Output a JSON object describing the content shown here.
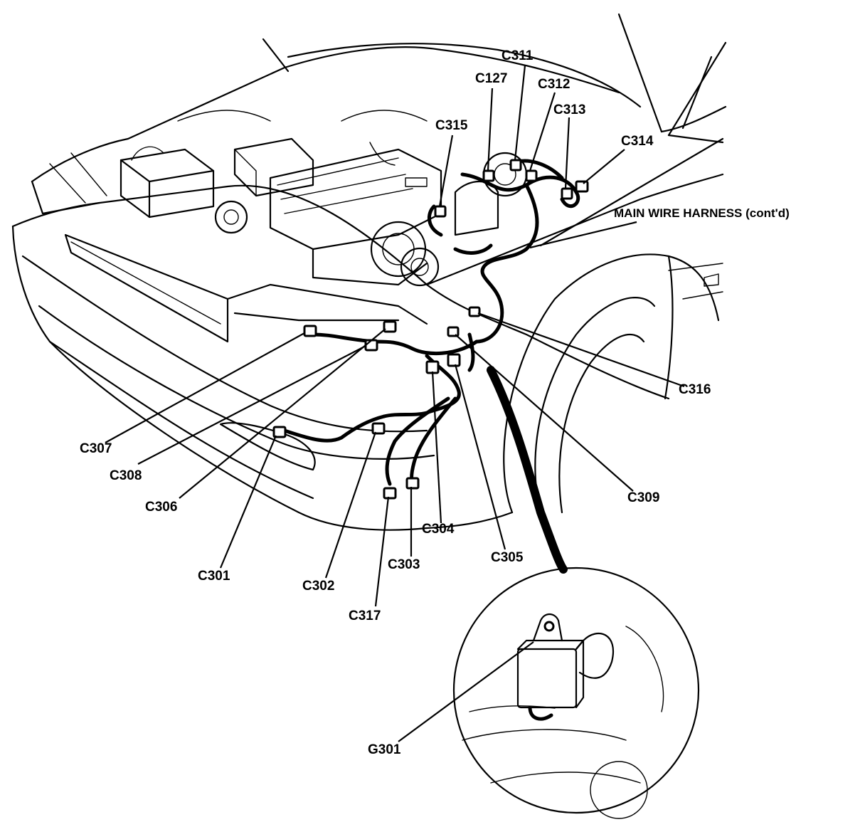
{
  "harness_title": "MAIN WIRE HARNESS (cont'd)",
  "labels": {
    "c311": "C311",
    "c127": "C127",
    "c312": "C312",
    "c313": "C313",
    "c315": "C315",
    "c314": "C314",
    "c316": "C316",
    "c307": "C307",
    "c308": "C308",
    "c306": "C306",
    "c301": "C301",
    "c302": "C302",
    "c317": "C317",
    "c303": "C303",
    "c304": "C304",
    "c305": "C305",
    "c309": "C309",
    "g301": "G301"
  },
  "colors": {
    "line": "#000000",
    "background": "#ffffff"
  }
}
